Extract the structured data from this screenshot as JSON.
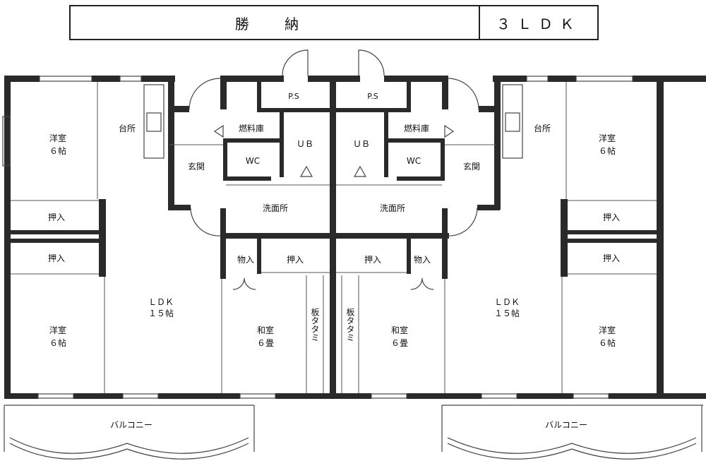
{
  "header": {
    "building_name": "勝 納",
    "layout_type": "３ＬＤＫ"
  },
  "units": [
    {
      "rooms": {
        "western_room_1": {
          "name": "洋室",
          "size": "６帖"
        },
        "kitchen": {
          "name": "台所"
        },
        "fuel_store": {
          "name": "燃料庫"
        },
        "ps": {
          "name": "P.S"
        },
        "ub": {
          "name": "ＵＢ"
        },
        "entrance": {
          "name": "玄関"
        },
        "wc": {
          "name": "WC"
        },
        "washroom": {
          "name": "洗面所"
        },
        "closet_1": {
          "name": "押入"
        },
        "closet_2": {
          "name": "押入"
        },
        "closet_3": {
          "name": "押入"
        },
        "storage": {
          "name": "物入"
        },
        "ldk": {
          "name": "ＬＤＫ",
          "size": "１５帖"
        },
        "western_room_2": {
          "name": "洋室",
          "size": "６帖"
        },
        "japanese_room": {
          "name": "和室",
          "size": "６畳"
        },
        "board_tatami": {
          "name": "板タタミ"
        },
        "balcony": {
          "name": "バルコニー"
        }
      }
    },
    {
      "rooms": {
        "western_room_1": {
          "name": "洋室",
          "size": "６帖"
        },
        "kitchen": {
          "name": "台所"
        },
        "fuel_store": {
          "name": "燃料庫"
        },
        "ps": {
          "name": "P.S"
        },
        "ub": {
          "name": "ＵＢ"
        },
        "entrance": {
          "name": "玄関"
        },
        "wc": {
          "name": "WC"
        },
        "washroom": {
          "name": "洗面所"
        },
        "closet_1": {
          "name": "押入"
        },
        "closet_2": {
          "name": "押入"
        },
        "closet_3": {
          "name": "押入"
        },
        "storage": {
          "name": "物入"
        },
        "ldk": {
          "name": "ＬＤＫ",
          "size": "１５帖"
        },
        "western_room_2": {
          "name": "洋室",
          "size": "６帖"
        },
        "japanese_room": {
          "name": "和室",
          "size": "６畳"
        },
        "board_tatami": {
          "name": "板タタミ"
        },
        "balcony": {
          "name": "バルコニー"
        }
      }
    }
  ]
}
